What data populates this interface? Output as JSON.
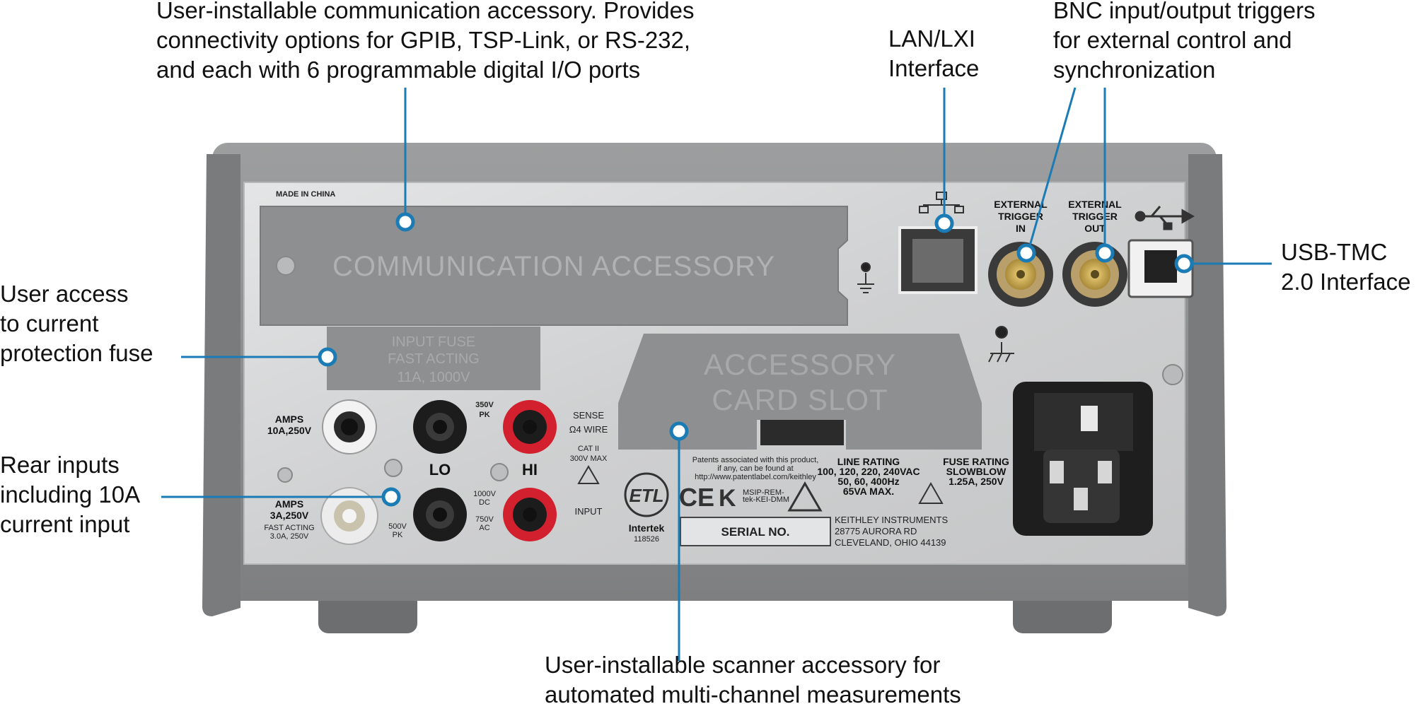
{
  "callouts": {
    "comm_accessory": [
      "User-installable communication accessory. Provides",
      "connectivity options for GPIB, TSP-Link, or RS-232,",
      "and each with 6 programmable digital I/O ports"
    ],
    "lan": [
      "LAN/LXI",
      "Interface"
    ],
    "bnc": [
      "BNC input/output triggers",
      "for external control and",
      "synchronization"
    ],
    "usb": [
      "USB-TMC",
      "2.0 Interface"
    ],
    "fuse": [
      "User access",
      "to current",
      "protection fuse"
    ],
    "rear_inputs": [
      "Rear inputs",
      "including 10A",
      "current input"
    ],
    "scanner": [
      "User-installable scanner accessory for",
      "automated multi-channel measurements"
    ]
  },
  "panel": {
    "made_in": "MADE IN CHINA",
    "comm_label": "COMMUNICATION  ACCESSORY",
    "fuse_plate": [
      "INPUT FUSE",
      "FAST ACTING",
      "11A, 1000V"
    ],
    "card_slot": [
      "ACCESSORY",
      "CARD  SLOT"
    ],
    "trig_in": [
      "EXTERNAL",
      "TRIGGER",
      "IN"
    ],
    "trig_out": [
      "EXTERNAL",
      "TRIGGER",
      "OUT"
    ],
    "amps_top": [
      "AMPS",
      "10A,250V"
    ],
    "amps_bottom": [
      "AMPS",
      "3A,250V"
    ],
    "amps_bottom_fuse": [
      "FAST ACTING",
      "3.0A, 250V"
    ],
    "pk350": [
      "350V",
      "PK"
    ],
    "sense": [
      "SENSE",
      "Ω4 WIRE"
    ],
    "cat": [
      "CAT II",
      "300V MAX"
    ],
    "lo": "LO",
    "hi": "HI",
    "dc1000": [
      "1000V",
      "DC"
    ],
    "ac750": [
      "750V",
      "AC"
    ],
    "pk500": [
      "500V",
      "PK"
    ],
    "input": "INPUT",
    "patents": [
      "Patents associated with this product,",
      "if any, can be found at",
      "http://www.patentlabel.com/keithley"
    ],
    "line_rating": [
      "LINE RATING",
      "100, 120, 220, 240VAC",
      "50, 60, 400Hz",
      "65VA MAX."
    ],
    "fuse_rating": [
      "FUSE RATING",
      "SLOWBLOW",
      "1.25A, 250V"
    ],
    "serial": "SERIAL NO.",
    "address": [
      "KEITHLEY INSTRUMENTS",
      "28775 AURORA RD",
      "CLEVELAND, OHIO 44139"
    ],
    "intertek": "Intertek",
    "intertek_no": "118526",
    "msip": [
      "MSIP-REM-",
      "tek-KEI-DMM"
    ]
  },
  "colors": {
    "leader": "#1a7bb5",
    "chassis": "#8e8f90",
    "panel": "#d6d7d8",
    "jack_red": "#d2202f"
  }
}
